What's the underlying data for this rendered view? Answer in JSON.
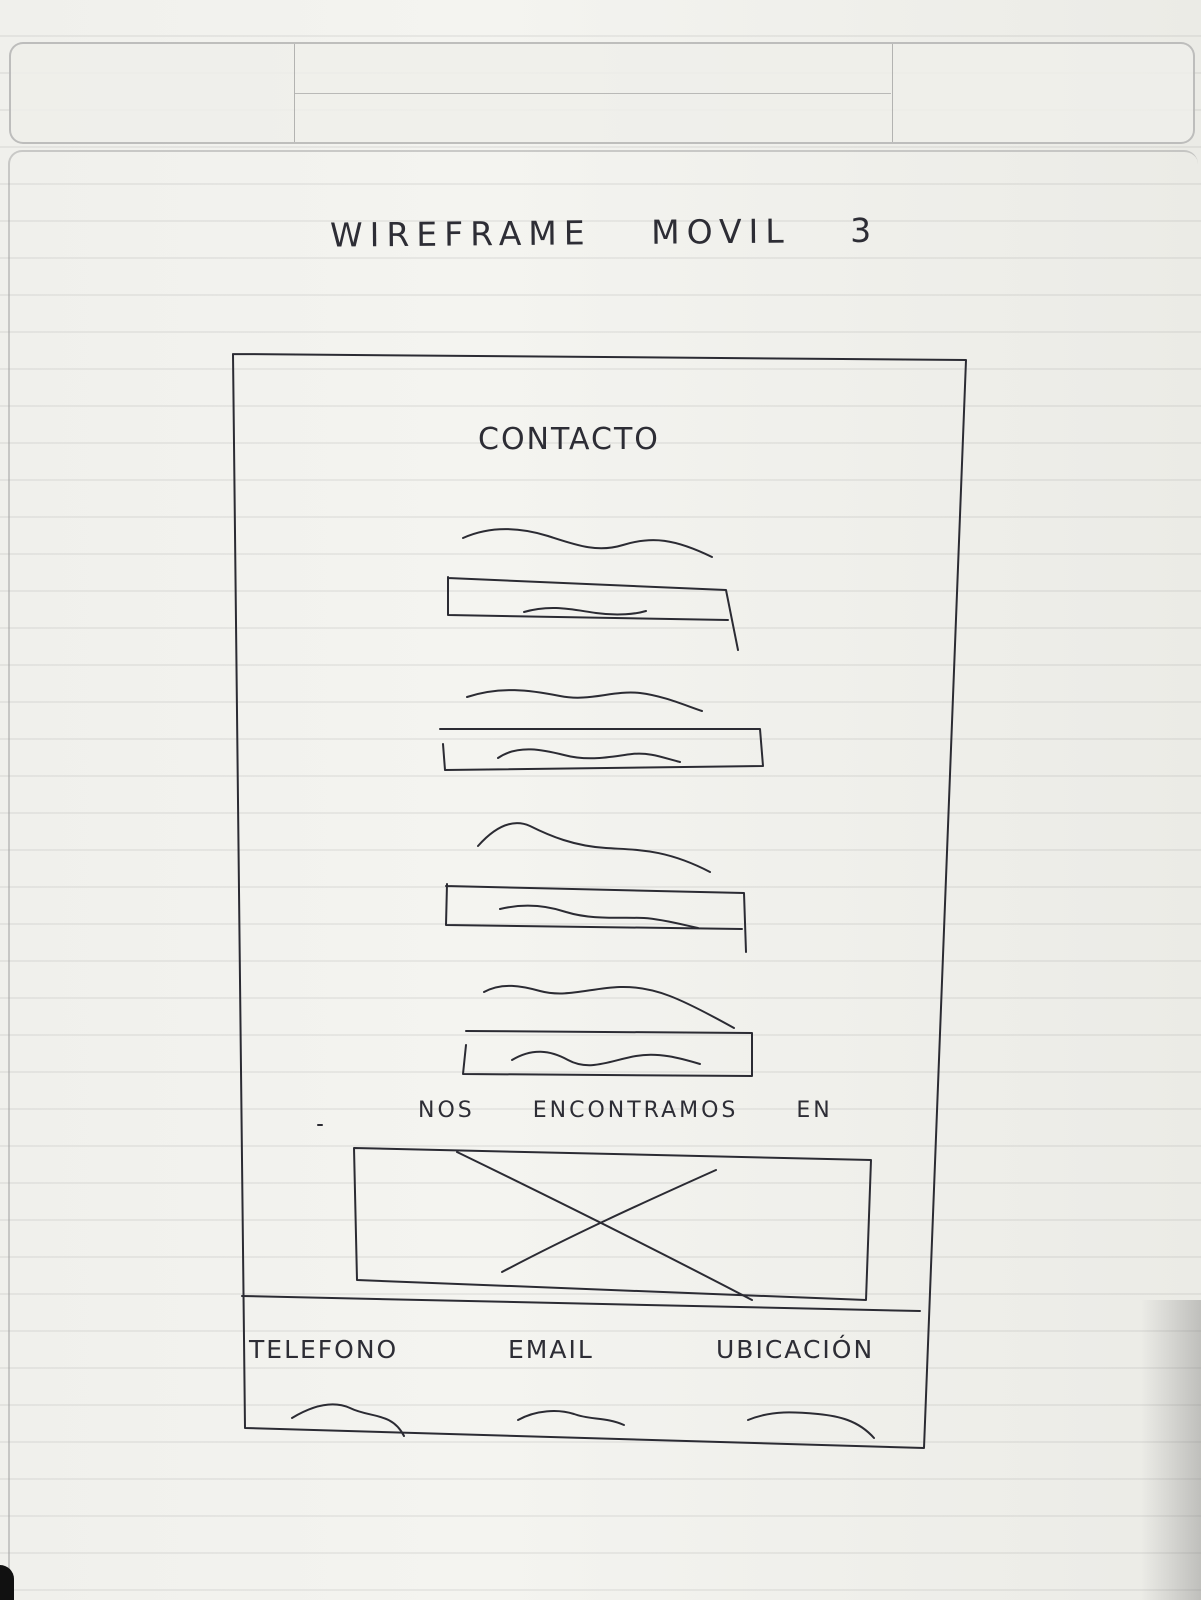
{
  "sheet": {
    "title_words": [
      "WIREFRAME",
      "MOVIL",
      "3"
    ]
  },
  "wireframe": {
    "screen_title": "CONTACTO",
    "form": {
      "fields": [
        {
          "label": "~~~",
          "value": "~~~"
        },
        {
          "label": "~~~",
          "value": "~~~"
        },
        {
          "label": "~~~",
          "value": "~~~"
        },
        {
          "label": "~~~",
          "value": "~~~"
        }
      ]
    },
    "location": {
      "words": [
        "NOS",
        "ENCONTRAMOS",
        "EN"
      ],
      "map_placeholder": "map-image-placeholder"
    },
    "footer": {
      "columns": [
        {
          "label": "TELEFONO"
        },
        {
          "label": "EMAIL"
        },
        {
          "label": "UBICACIÓN"
        }
      ]
    }
  },
  "colors": {
    "paper": "#eeeeea",
    "ink": "#2b2b33",
    "ruled_line": "#b8b8b8"
  }
}
